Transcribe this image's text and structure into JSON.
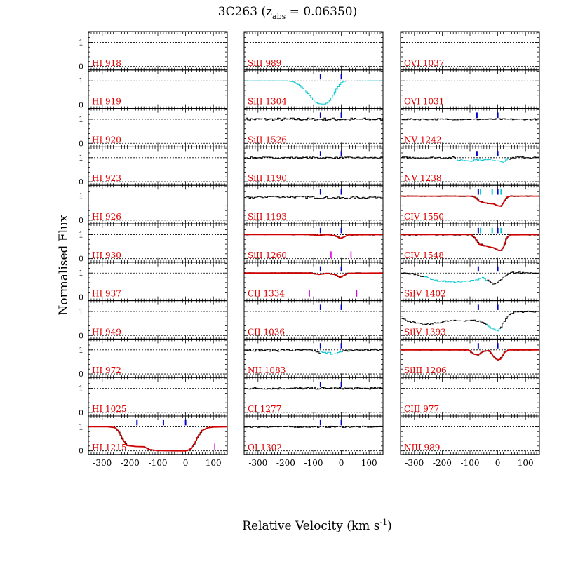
{
  "title": {
    "main": "3C263 (z",
    "sub": "abs",
    "tail": " = 0.06350)"
  },
  "ylabel": "Normalised Flux",
  "xlabel": {
    "main": "Relative Velocity (km s",
    "sup": "-1",
    "tail": ")"
  },
  "colors": {
    "frame": "#000000",
    "label": "#e00000",
    "fit": "#d00000",
    "blank": "#00c8d2",
    "tick_main": "#0000cc",
    "tick_cyan": "#00c8d2",
    "tick_mag": "#e000e0"
  },
  "chart_data": {
    "type": "line",
    "xlim": [
      -350,
      150
    ],
    "ylim": [
      -0.15,
      1.45
    ],
    "grid": false,
    "x_ticklabels": [
      "-300",
      "-200",
      "-100",
      "0",
      "100"
    ],
    "y_ticklabels": [
      "0",
      "1"
    ],
    "columns": [
      {
        "panels": [
          {
            "ion": "HI 918",
            "data": false
          },
          {
            "ion": "HI 919",
            "data": false
          },
          {
            "ion": "HI 920",
            "data": false
          },
          {
            "ion": "HI 923",
            "data": false
          },
          {
            "ion": "HI 926",
            "data": false
          },
          {
            "ion": "HI 930",
            "data": false
          },
          {
            "ion": "HI 937",
            "data": false
          },
          {
            "ion": "HI 949",
            "data": false
          },
          {
            "ion": "HI 972",
            "data": false
          },
          {
            "ion": "HI 1025",
            "data": false
          },
          {
            "ion": "HI 1215",
            "data": true,
            "fit": true,
            "profile": [
              [
                -350,
                1.0
              ],
              [
                -280,
                1.0
              ],
              [
                -255,
                0.97
              ],
              [
                -240,
                0.8
              ],
              [
                -225,
                0.45
              ],
              [
                -210,
                0.22
              ],
              [
                -180,
                0.18
              ],
              [
                -150,
                0.17
              ],
              [
                -130,
                0.05
              ],
              [
                -100,
                0.01
              ],
              [
                -50,
                0.0
              ],
              [
                0,
                0.0
              ],
              [
                15,
                0.05
              ],
              [
                30,
                0.25
              ],
              [
                45,
                0.6
              ],
              [
                60,
                0.85
              ],
              [
                80,
                0.96
              ],
              [
                100,
                0.99
              ],
              [
                150,
                1.0
              ]
            ],
            "ticks_main": [
              -175,
              -80,
              0
            ],
            "ticks_mag": [
              105
            ]
          }
        ]
      },
      {
        "panels": [
          {
            "ion": "SiII 989",
            "data": false
          },
          {
            "ion": "SiII 1304",
            "data": true,
            "profile_color": "blank",
            "profile": [
              [
                -350,
                1.0
              ],
              [
                -200,
                1.0
              ],
              [
                -175,
                0.97
              ],
              [
                -150,
                0.82
              ],
              [
                -130,
                0.6
              ],
              [
                -110,
                0.35
              ],
              [
                -95,
                0.12
              ],
              [
                -80,
                0.05
              ],
              [
                -60,
                0.03
              ],
              [
                -45,
                0.12
              ],
              [
                -30,
                0.38
              ],
              [
                -15,
                0.7
              ],
              [
                0,
                0.92
              ],
              [
                15,
                0.99
              ],
              [
                150,
                1.0
              ]
            ],
            "ticks_main": [
              -75,
              0
            ]
          },
          {
            "ion": "SiII 1526",
            "data": true,
            "profile": [
              [
                -350,
                1.0
              ],
              [
                150,
                1.0
              ]
            ],
            "noise": 0.06,
            "ticks_main": [
              -75,
              0
            ]
          },
          {
            "ion": "SiII 1190",
            "data": true,
            "profile": [
              [
                -350,
                1.0
              ],
              [
                150,
                1.0
              ]
            ],
            "noise": 0.03,
            "ticks_main": [
              -75,
              0
            ]
          },
          {
            "ion": "SiII 1193",
            "data": true,
            "profile": [
              [
                -350,
                0.93
              ],
              [
                -250,
                0.98
              ],
              [
                -100,
                0.95
              ],
              [
                0,
                0.92
              ],
              [
                150,
                0.97
              ]
            ],
            "noise": 0.04,
            "ticks_main": [
              -75,
              0
            ]
          },
          {
            "ion": "SiII 1260",
            "data": true,
            "fit": true,
            "profile": [
              [
                -350,
                1.0
              ],
              [
                -120,
                1.0
              ],
              [
                -80,
                0.97
              ],
              [
                -50,
                1.0
              ],
              [
                -20,
                0.95
              ],
              [
                -5,
                0.84
              ],
              [
                10,
                0.9
              ],
              [
                25,
                0.99
              ],
              [
                150,
                1.0
              ]
            ],
            "noise": 0.02,
            "ticks_main": [
              -75,
              0
            ],
            "ticks_mag": [
              -37,
              35
            ]
          },
          {
            "ion": "CII 1334",
            "data": true,
            "fit": true,
            "profile": [
              [
                -350,
                1.0
              ],
              [
                -110,
                1.0
              ],
              [
                -80,
                0.94
              ],
              [
                -50,
                0.99
              ],
              [
                -20,
                0.93
              ],
              [
                -5,
                0.82
              ],
              [
                10,
                0.9
              ],
              [
                25,
                0.99
              ],
              [
                150,
                1.0
              ]
            ],
            "noise": 0.02,
            "ticks_main": [
              -75,
              0
            ],
            "ticks_mag": [
              -115,
              55
            ]
          },
          {
            "ion": "CII 1036",
            "data": false,
            "ticks_main": [
              -75,
              0
            ]
          },
          {
            "ion": "NII 1083",
            "data": true,
            "profile": [
              [
                -350,
                1.0
              ],
              [
                -100,
                0.97
              ],
              [
                -75,
                0.88
              ],
              [
                -30,
                0.86
              ],
              [
                0,
                0.9
              ],
              [
                30,
                0.99
              ],
              [
                150,
                1.0
              ]
            ],
            "noise": 0.05,
            "blank_range": [
              -75,
              0
            ],
            "ticks_main": [
              -75,
              0
            ]
          },
          {
            "ion": "CI 1277",
            "data": true,
            "profile": [
              [
                -350,
                1.0
              ],
              [
                150,
                1.0
              ]
            ],
            "noise": 0.04,
            "ticks_main": [
              -75,
              0
            ]
          },
          {
            "ion": "OI 1302",
            "data": true,
            "profile": [
              [
                -350,
                1.0
              ],
              [
                150,
                1.0
              ]
            ],
            "noise": 0.03,
            "ticks_main": [
              -75,
              0
            ]
          }
        ]
      },
      {
        "panels": [
          {
            "ion": "OVI 1037",
            "data": false
          },
          {
            "ion": "OVI 1031",
            "data": false
          },
          {
            "ion": "NV 1242",
            "data": true,
            "profile": [
              [
                -350,
                1.0
              ],
              [
                150,
                1.0
              ]
            ],
            "noise": 0.03,
            "ticks_main": [
              -75,
              0
            ]
          },
          {
            "ion": "NV 1238",
            "data": true,
            "profile": [
              [
                -350,
                1.0
              ],
              [
                -160,
                1.0
              ],
              [
                -140,
                0.9
              ],
              [
                -100,
                0.88
              ],
              [
                -60,
                0.93
              ],
              [
                -40,
                0.9
              ],
              [
                -20,
                0.92
              ],
              [
                0,
                0.88
              ],
              [
                20,
                0.85
              ],
              [
                40,
                0.95
              ],
              [
                60,
                1.02
              ],
              [
                150,
                1.0
              ]
            ],
            "noise": 0.04,
            "blank_range": [
              -150,
              40
            ],
            "ticks_main": [
              -75,
              0
            ]
          },
          {
            "ion": "CIV 1550",
            "data": true,
            "fit": true,
            "profile": [
              [
                -350,
                1.0
              ],
              [
                -90,
                1.0
              ],
              [
                -78,
                0.92
              ],
              [
                -68,
                0.8
              ],
              [
                -55,
                0.74
              ],
              [
                -35,
                0.7
              ],
              [
                -15,
                0.68
              ],
              [
                0,
                0.6
              ],
              [
                12,
                0.58
              ],
              [
                22,
                0.75
              ],
              [
                32,
                0.95
              ],
              [
                45,
                1.0
              ],
              [
                150,
                1.0
              ]
            ],
            "noise": 0.02,
            "ticks_main": [
              -70,
              0
            ],
            "ticks_cyan": [
              -62,
              -20,
              12
            ]
          },
          {
            "ion": "CIV 1548",
            "data": true,
            "fit": true,
            "profile": [
              [
                -350,
                1.0
              ],
              [
                -95,
                1.0
              ],
              [
                -80,
                0.85
              ],
              [
                -68,
                0.6
              ],
              [
                -50,
                0.55
              ],
              [
                -30,
                0.48
              ],
              [
                -15,
                0.45
              ],
              [
                0,
                0.35
              ],
              [
                12,
                0.34
              ],
              [
                22,
                0.5
              ],
              [
                32,
                0.85
              ],
              [
                45,
                0.99
              ],
              [
                150,
                1.0
              ]
            ],
            "noise": 0.03,
            "ticks_main": [
              -70,
              0
            ],
            "ticks_cyan": [
              -62,
              -20,
              12
            ]
          },
          {
            "ion": "SiIV 1402",
            "data": true,
            "profile": [
              [
                -350,
                1.0
              ],
              [
                -300,
                0.96
              ],
              [
                -250,
                0.8
              ],
              [
                -220,
                0.68
              ],
              [
                -150,
                0.62
              ],
              [
                -100,
                0.66
              ],
              [
                -75,
                0.72
              ],
              [
                -55,
                0.82
              ],
              [
                -35,
                0.68
              ],
              [
                -15,
                0.52
              ],
              [
                0,
                0.6
              ],
              [
                20,
                0.8
              ],
              [
                50,
                1.02
              ],
              [
                150,
                1.0
              ]
            ],
            "noise": 0.03,
            "blank_range": [
              -270,
              -40
            ],
            "ticks_main": [
              -70,
              0
            ]
          },
          {
            "ion": "SiIV 1393",
            "data": true,
            "profile": [
              [
                -350,
                0.72
              ],
              [
                -320,
                0.6
              ],
              [
                -290,
                0.5
              ],
              [
                -260,
                0.45
              ],
              [
                -220,
                0.52
              ],
              [
                -180,
                0.6
              ],
              [
                -120,
                0.62
              ],
              [
                -80,
                0.62
              ],
              [
                -60,
                0.58
              ],
              [
                -40,
                0.45
              ],
              [
                -20,
                0.3
              ],
              [
                -5,
                0.2
              ],
              [
                5,
                0.22
              ],
              [
                20,
                0.5
              ],
              [
                40,
                0.85
              ],
              [
                60,
                0.98
              ],
              [
                150,
                1.0
              ]
            ],
            "noise": 0.03,
            "blank_range": [
              -40,
              5
            ],
            "ticks_main": [
              -70,
              0
            ]
          },
          {
            "ion": "SiIII 1206",
            "data": true,
            "fit": true,
            "profile": [
              [
                -350,
                1.0
              ],
              [
                -105,
                1.0
              ],
              [
                -85,
                0.82
              ],
              [
                -70,
                0.8
              ],
              [
                -50,
                0.95
              ],
              [
                -30,
                0.97
              ],
              [
                -15,
                0.72
              ],
              [
                0,
                0.58
              ],
              [
                10,
                0.62
              ],
              [
                25,
                0.9
              ],
              [
                40,
                1.0
              ],
              [
                150,
                1.0
              ]
            ],
            "noise": 0.02,
            "ticks_main": [
              -70,
              0
            ]
          },
          {
            "ion": "CIII 977",
            "data": false
          },
          {
            "ion": "NIII 989",
            "data": false
          }
        ]
      }
    ]
  }
}
